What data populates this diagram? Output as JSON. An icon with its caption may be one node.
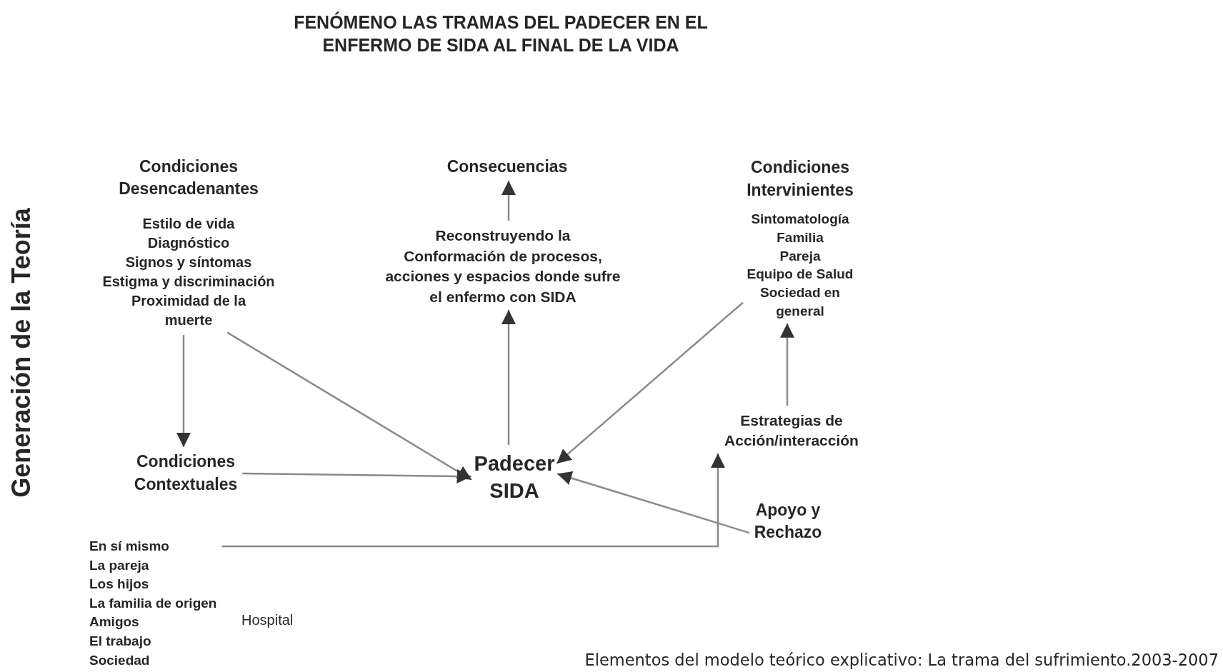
{
  "diagram": {
    "title": "FENÓMENO LAS TRAMAS DEL PADECER EN EL ENFERMO DE SIDA AL FINAL DE LA VIDA",
    "caption": "Elementos del modelo teórico explicativo: La trama del sufrimiento.2003-2007",
    "nodes": [
      {
        "text": [
          "Condiciones Desencadenantes",
          "Estilo de vida",
          "Diagnóstico",
          "Signos y síntomas",
          "Estigma y discriminación",
          "Proximidad de la muerte"
        ]
      },
      {
        "text": [
          "Condiciones Contextuales"
        ]
      },
      {
        "text": [
          "Consecuencias"
        ]
      },
      {
        "text": [
          "Reconstruyendo la Conformación de procesos, acciones y espacios donde sufre el enfermo con SIDA"
        ]
      },
      {
        "text": [
          "Padecer SIDA"
        ]
      },
      {
        "text": [
          "Condiciones Intervinientes",
          "Sintomatología",
          "Familia",
          "Pareja",
          "Equipo de Salud",
          "Sociedad en general"
        ]
      },
      {
        "text": [
          "Estrategias de Acción/interacción"
        ]
      },
      {
        "text": [
          "Apoyo y Rechazo"
        ]
      },
      {
        "text": [
          "En sí mismo",
          "La pareja",
          "Los hijos",
          "La familia de origen",
          "Amigos",
          "El trabajo",
          "Sociedad"
        ]
      }
    ],
    "edges": [
      {
        "from": 0,
        "to": 1,
        "arrow": "to"
      },
      {
        "from": 0,
        "to": 4,
        "arrow": "to"
      },
      {
        "from": 1,
        "to": 4,
        "arrow": "to"
      },
      {
        "from": 4,
        "to": 3,
        "arrow": "to"
      },
      {
        "from": 3,
        "to": 2,
        "arrow": "to"
      },
      {
        "from": 5,
        "to": 4,
        "arrow": "to"
      },
      {
        "from": 6,
        "to": 5,
        "arrow": "to"
      },
      {
        "from": 7,
        "to": 4,
        "arrow": "to"
      },
      {
        "from": 8,
        "to": 6,
        "arrow": "to"
      }
    ],
    "labels": [
      "Generación de la Teoría",
      "Hospital"
    ]
  }
}
